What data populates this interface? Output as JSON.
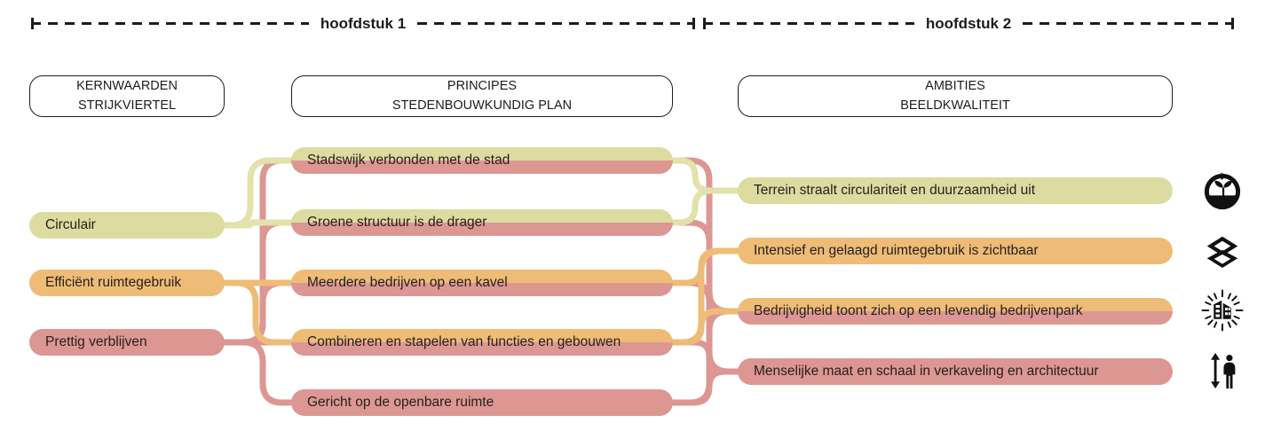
{
  "chapters": [
    {
      "label": "hoofdstuk 1"
    },
    {
      "label": "hoofdstuk 2"
    }
  ],
  "columns": [
    {
      "id": "kernwaarden",
      "line1": "KERNWAARDEN",
      "line2": "STRIJKVIERTEL"
    },
    {
      "id": "principes",
      "line1": "PRINCIPES",
      "line2": "STEDENBOUWKUNDIG PLAN"
    },
    {
      "id": "ambities",
      "line1": "AMBITIES",
      "line2": "BEELDKWALITEIT"
    }
  ],
  "colors": {
    "green": "#dcdca0",
    "orange": "#eebc76",
    "salmon": "#dd9793",
    "link_green": "#e3e1ac",
    "link_orange": "#eebc76",
    "link_salmon": "#dd9793",
    "ink": "#1c1c1c",
    "text": "#262020"
  },
  "kernwaarden": [
    {
      "label": "Circulair",
      "color": "green"
    },
    {
      "label": "Efficiënt ruimtegebruik",
      "color": "orange"
    },
    {
      "label": "Prettig verblijven",
      "color": "salmon"
    }
  ],
  "principes": [
    {
      "label": "Stadswijk verbonden met de stad",
      "top": "green",
      "bottom": "salmon"
    },
    {
      "label": "Groene structuur is de drager",
      "top": "green",
      "bottom": "salmon"
    },
    {
      "label": "Meerdere bedrijven op een kavel",
      "top": "orange",
      "bottom": "salmon"
    },
    {
      "label": "Combineren en stapelen van functies en gebouwen",
      "top": "orange",
      "bottom": "salmon"
    },
    {
      "label": "Gericht op de openbare ruimte",
      "top": "salmon",
      "bottom": "salmon"
    }
  ],
  "ambities": [
    {
      "label": "Terrein straalt circulariteit en duurzaamheid uit",
      "top": "green",
      "bottom": "green"
    },
    {
      "label": "Intensief en gelaagd ruimtegebruik is zichtbaar",
      "top": "orange",
      "bottom": "orange"
    },
    {
      "label": "Bedrijvigheid toont zich op een levendig bedrijvenpark",
      "top": "orange",
      "bottom": "salmon"
    },
    {
      "label": "Menselijke maat en schaal in verkaveling en architectuur",
      "top": "salmon",
      "bottom": "salmon"
    }
  ],
  "icons": [
    {
      "name": "circular-sprout-icon",
      "alt": "circulariteit"
    },
    {
      "name": "stacked-layers-icon",
      "alt": "gelaagd ruimtegebruik"
    },
    {
      "name": "radiating-buildings-icon",
      "alt": "levendig bedrijvenpark"
    },
    {
      "name": "human-scale-icon",
      "alt": "menselijke maat"
    }
  ]
}
